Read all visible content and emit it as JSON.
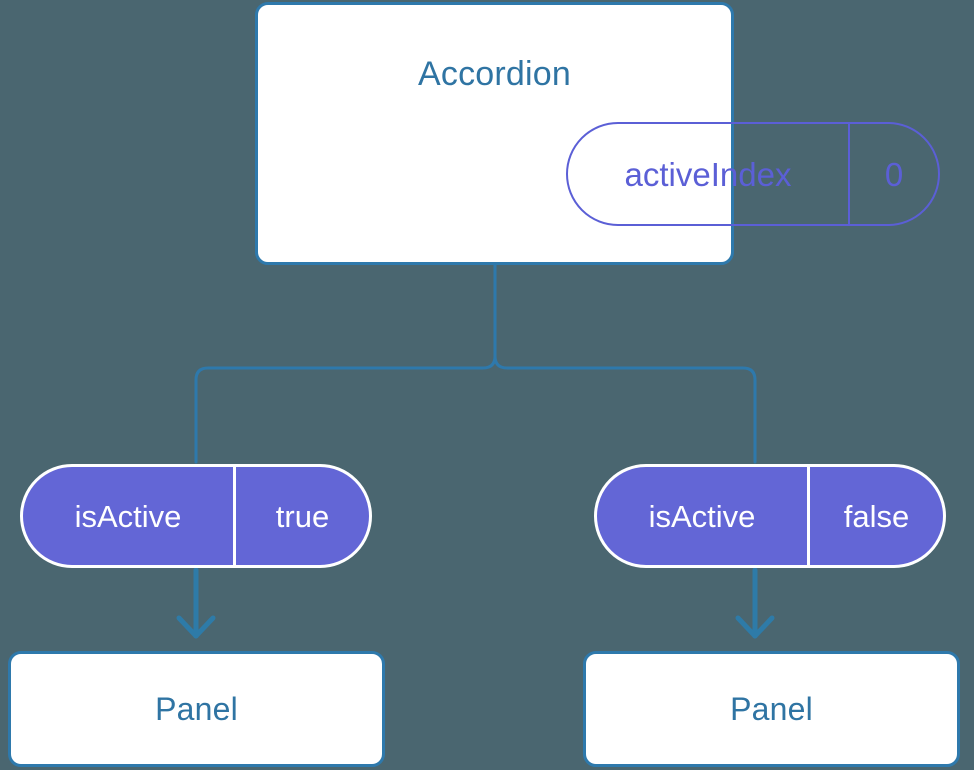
{
  "diagram": {
    "background_color": "#4a6670",
    "connector_color": "#2e79ac",
    "card_border_color": "#2e79ac",
    "card_fill_color": "#ffffff",
    "title_color": "#2f74a3",
    "pill_outline_color": "#5b5fd6",
    "pill_fill_color": "#6366d6",
    "pill_text_color": "#ffffff"
  },
  "root": {
    "title": "Accordion",
    "state": {
      "key": "activeIndex",
      "value": "0"
    }
  },
  "branches": [
    {
      "prop": {
        "key": "isActive",
        "value": "true"
      },
      "child": {
        "title": "Panel"
      }
    },
    {
      "prop": {
        "key": "isActive",
        "value": "false"
      },
      "child": {
        "title": "Panel"
      }
    }
  ]
}
